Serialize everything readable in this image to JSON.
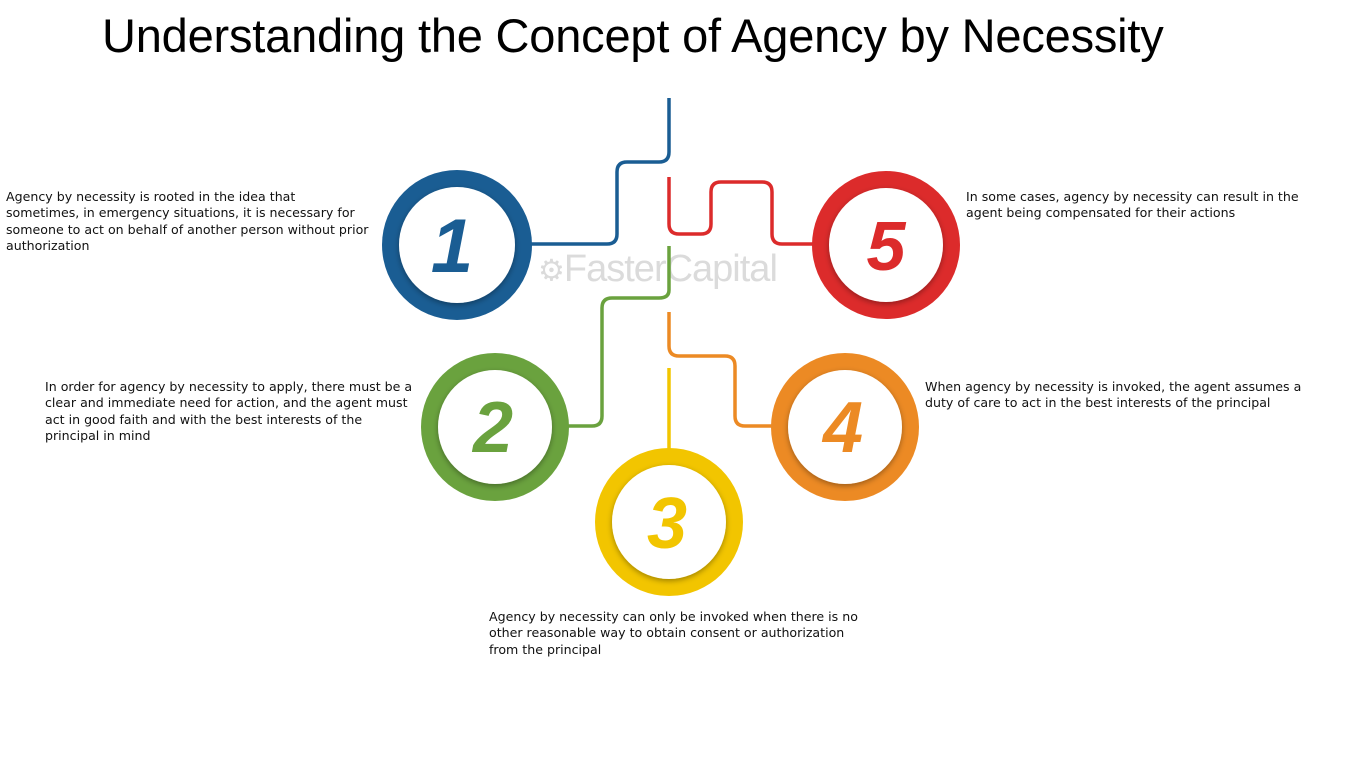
{
  "title": "Understanding the Concept of Agency by Necessity",
  "watermark": "FasterCapital",
  "steps": [
    {
      "number": "1",
      "color": "#1a5d93",
      "text": "Agency by necessity is rooted in the idea that sometimes, in emergency situations, it is necessary for someone to act on behalf of another person without prior authorization"
    },
    {
      "number": "2",
      "color": "#6aa23e",
      "text": "In order for agency by necessity to apply, there must be a clear and immediate need for action, and the agent must act in good faith and with the best interests of the principal in mind"
    },
    {
      "number": "3",
      "color": "#f2c500",
      "text": "Agency by necessity can only be invoked when there is no other reasonable way to obtain consent or authorization from the principal"
    },
    {
      "number": "4",
      "color": "#ec8a24",
      "text": "When agency by necessity is invoked, the agent assumes a duty of care to act in the best interests of the principal"
    },
    {
      "number": "5",
      "color": "#dc2b2b",
      "text": "In some cases, agency by necessity can result in the agent being compensated for their actions"
    }
  ]
}
